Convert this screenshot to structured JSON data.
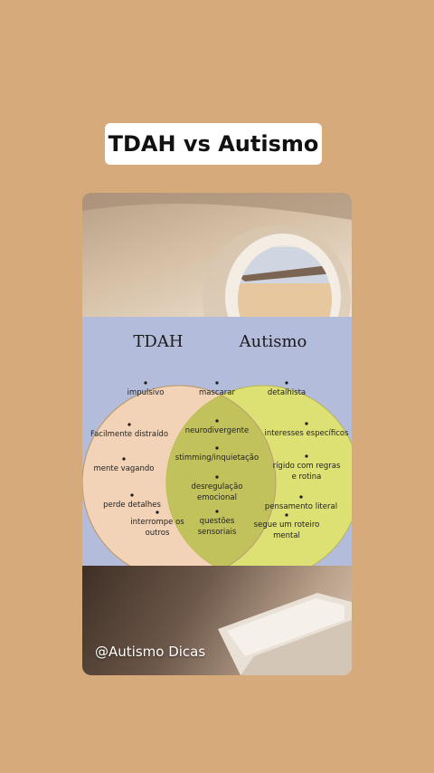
{
  "title": "TDAH vs Autismo",
  "diagram": {
    "left_heading": "TDAH",
    "right_heading": "Autismo",
    "left_items": [
      [
        "impulsivo"
      ],
      [
        "Facilmente distraído"
      ],
      [
        "mente vagando"
      ],
      [
        "perde detalhes"
      ],
      [
        "interrompe os",
        "outros"
      ]
    ],
    "center_items": [
      [
        "mascarar"
      ],
      [
        "neurodivergente"
      ],
      [
        "stimming/inquietação"
      ],
      [
        "desregulação",
        "emocional"
      ],
      [
        "questões",
        "sensoriais"
      ]
    ],
    "right_items": [
      [
        "detalhista"
      ],
      [
        "interesses específicos"
      ],
      [
        "rígido com regras",
        "e rotina"
      ],
      [
        "pensamento literal"
      ],
      [
        "segue um roteiro",
        "mental"
      ]
    ],
    "colors": {
      "panel_bg": "#b4bcdc",
      "left_circle": "#f2d3b8",
      "right_circle": "#dde072",
      "overlap": "#c2c25d"
    }
  },
  "handle": "@Autismo Dicas"
}
